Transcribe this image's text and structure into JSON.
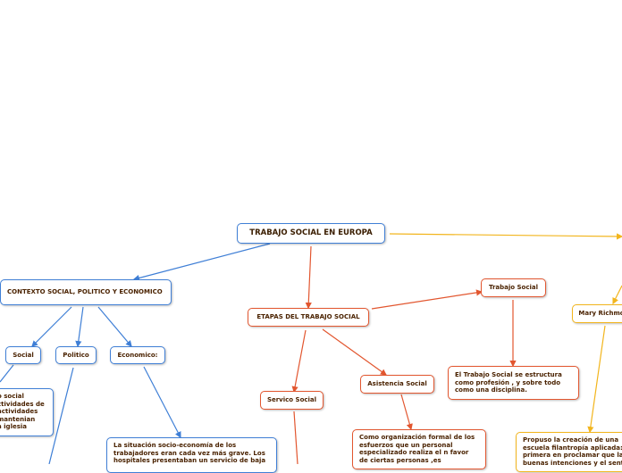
{
  "map": {
    "root": "TRABAJO SOCIAL EN EUROPA",
    "contexto": "CONTEXTO  SOCIAL, POLITICO Y ECONOMICO",
    "social": "Social",
    "politico": "Politico",
    "economico": "Economico:",
    "social_detail": "o social\nctividades de\nactividades\nmantenian\na iglesia",
    "economico_detail": "La situación socio-economía de los trabajadores eran cada vez más grave. Los hospitales presentaban un servicio de baja",
    "etapas": "ETAPAS DEL TRABAJO SOCIAL",
    "trabajo_social": "Trabajo Social",
    "trabajo_social_detail": "El Trabajo Social se estructura como profesión , y sobre todo como una disciplina.",
    "servicio_social": "Servico Social",
    "asistencia_social": "Asistencia Social",
    "asistencia_detail": "Como organización formal de los esfuerzos que un personal especializado realiza el n favor de ciertas personas ,es",
    "mary": "Mary Richmo",
    "mary_detail": "Propuso la creación de una escuela filantropía aplicada: primera en proclamar que la buenas intenciones y el sent"
  },
  "colors": {
    "background": "#ffffff",
    "blue": "#3f7fd6",
    "red": "#e2562f",
    "yellow": "#f2b51d",
    "text": "#4a2200"
  }
}
